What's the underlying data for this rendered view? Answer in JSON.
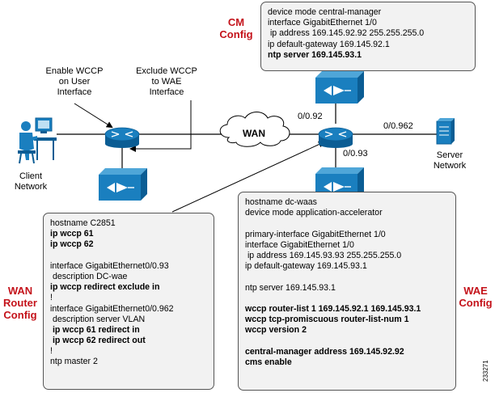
{
  "labels": {
    "cm_title": "CM\nConfig",
    "wan_router_title": "WAN\nRouter\nConfig",
    "wae_title": "WAE\nConfig",
    "enable_wccp": "Enable WCCP\non User\nInterface",
    "exclude_wccp": "Exclude WCCP\nto WAE\nInterface",
    "client_network": "Client\nNetwork",
    "server_network": "Server\nNetwork",
    "wan_cloud": "WAN",
    "iface_092": "0/0.92",
    "iface_0962": "0/0.962",
    "iface_093": "0/0.93",
    "figure_id": "233271"
  },
  "cm_config": [
    {
      "text": "device mode central-manager",
      "bold": false
    },
    {
      "text": "interface GigabitEthernet 1/0",
      "bold": false
    },
    {
      "text": " ip address 169.145.92.92 255.255.255.0",
      "bold": false
    },
    {
      "text": "ip default-gateway 169.145.92.1",
      "bold": false
    },
    {
      "text": "ntp server 169.145.93.1",
      "bold": true
    }
  ],
  "wan_router_config": [
    {
      "text": "hostname C2851",
      "bold": false
    },
    {
      "text": "ip wccp 61",
      "bold": true
    },
    {
      "text": "ip wccp 62",
      "bold": true
    },
    {
      "text": "",
      "bold": false
    },
    {
      "text": "interface GigabitEthernet0/0.93",
      "bold": false
    },
    {
      "text": " description DC-wae",
      "bold": false
    },
    {
      "text": "ip wccp redirect exclude in",
      "bold": true
    },
    {
      "text": "!",
      "bold": false
    },
    {
      "text": "interface GigabitEthernet0/0.962",
      "bold": false
    },
    {
      "text": " description server VLAN",
      "bold": false
    },
    {
      "text": " ip wccp 61 redirect in",
      "bold": true
    },
    {
      "text": " ip wccp 62 redirect out",
      "bold": true
    },
    {
      "text": "!",
      "bold": false
    },
    {
      "text": "ntp master 2",
      "bold": false
    }
  ],
  "wae_config": [
    {
      "text": "hostname dc-waas",
      "bold": false
    },
    {
      "text": "device mode application-accelerator",
      "bold": false
    },
    {
      "text": "",
      "bold": false
    },
    {
      "text": "primary-interface GigabitEthernet 1/0",
      "bold": false
    },
    {
      "text": "interface GigabitEthernet 1/0",
      "bold": false
    },
    {
      "text": " ip address 169.145.93.93 255.255.255.0",
      "bold": false
    },
    {
      "text": "ip default-gateway 169.145.93.1",
      "bold": false
    },
    {
      "text": "",
      "bold": false
    },
    {
      "text": "ntp server 169.145.93.1",
      "bold": false
    },
    {
      "text": "",
      "bold": false
    },
    {
      "text": "wccp router-list 1 169.145.92.1 169.145.93.1",
      "bold": true
    },
    {
      "text": "wccp tcp-promiscuous router-list-num 1",
      "bold": true
    },
    {
      "text": "wccp version 2",
      "bold": true
    },
    {
      "text": "",
      "bold": false
    },
    {
      "text": "central-manager address 169.145.92.92",
      "bold": true
    },
    {
      "text": "cms enable",
      "bold": true
    }
  ],
  "colors": {
    "device_blue": "#1a7fbf",
    "device_dark": "#0b5d94",
    "accent_red": "#c4121a",
    "box_fill": "#f2f2f2"
  }
}
